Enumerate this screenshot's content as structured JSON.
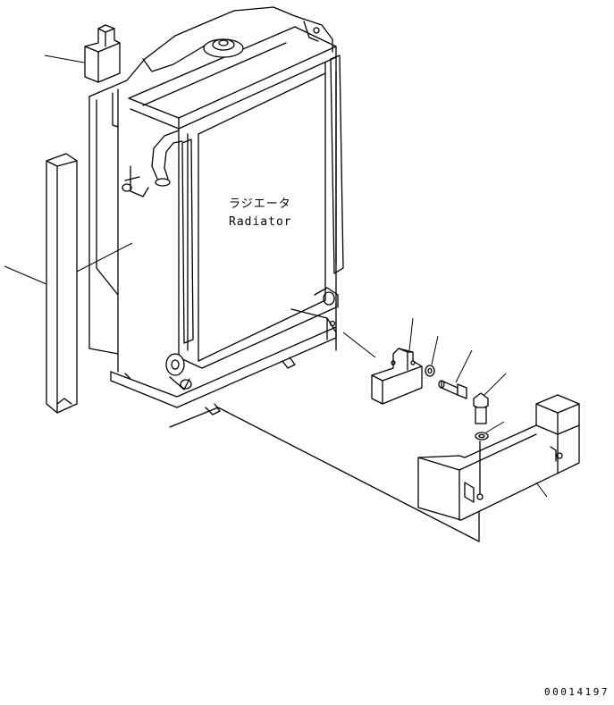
{
  "diagram": {
    "label_jp": "ラジエータ",
    "label_en": "Radiator",
    "drawing_number": "00014197"
  }
}
